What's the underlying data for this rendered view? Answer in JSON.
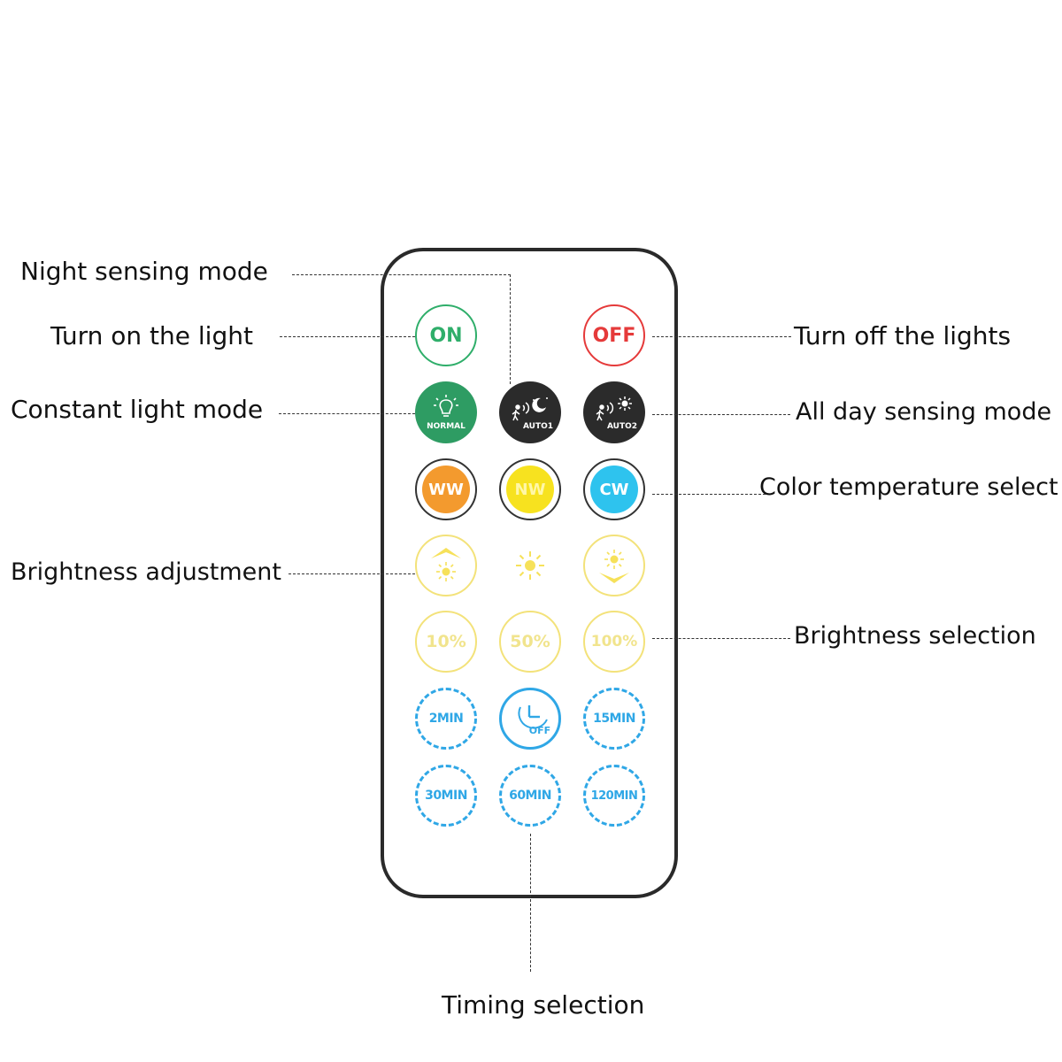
{
  "labels": {
    "night_sensing": "Night sensing mode",
    "turn_on": "Turn on the light",
    "constant_light": "Constant light mode",
    "brightness_adjustment": "Brightness adjustment",
    "turn_off": "Turn off the lights",
    "all_day_sensing": "All day sensing mode",
    "color_temperature": "Color temperature select",
    "brightness_selection": "Brightness selection",
    "timing_selection": "Timing selection"
  },
  "buttons": {
    "on": "ON",
    "off": "OFF",
    "normal": "NORMAL",
    "auto1": "AUTO1",
    "auto2": "AUTO2",
    "ww": "WW",
    "nw": "NW",
    "cw": "CW",
    "b10": "10%",
    "b50": "50%",
    "b100": "100%",
    "t2": "2MIN",
    "timer_off": "OFF",
    "t15": "15MIN",
    "t30": "30MIN",
    "t60": "60MIN",
    "t120": "120MIN"
  },
  "colors": {
    "ww": "#f39a2e",
    "nw": "#f7e21f",
    "cw": "#2ec3ee",
    "green": "#2fae6a",
    "red": "#e53a3a",
    "blue": "#2fa7e6",
    "yellow": "#f3e27a"
  }
}
